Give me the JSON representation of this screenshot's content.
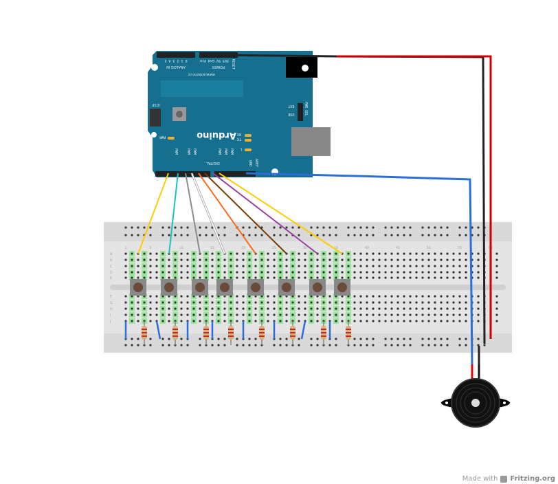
{
  "arduino": {
    "brand": "Arduino",
    "url": "www.arduino.cc",
    "labels": {
      "analog_in": "ANALOG IN",
      "power": "POWER",
      "digital": "DIGITAL",
      "icsp": "ICSP",
      "pwr_sel": "PWR SEL",
      "reset": "RESET",
      "usb": "USB",
      "ext": "EXT",
      "rx": "RX",
      "tx": "TX",
      "l": "L",
      "pwm": "PWM",
      "aref": "AREF",
      "gnd": "GND"
    },
    "power_pins": "3V3 5V Gnd Vin",
    "analog_pins": "0 1 2 3 4 5"
  },
  "breadboard": {
    "row_letters": [
      "A",
      "B",
      "C",
      "D",
      "E",
      "F",
      "G",
      "H",
      "I",
      "J"
    ],
    "column_numbers": [
      "1",
      "5",
      "10",
      "15",
      "20",
      "25",
      "30",
      "35",
      "40",
      "45",
      "50",
      "55",
      "60"
    ]
  },
  "wires": [
    {
      "color": "#ffcc00",
      "pin": "2"
    },
    {
      "color": "#19c2b8",
      "pin": "3"
    },
    {
      "color": "#8a8a8a",
      "pin": "4"
    },
    {
      "color": "#ffffff",
      "pin": "5"
    },
    {
      "color": "#ff6a1a",
      "pin": "6"
    },
    {
      "color": "#7a3a00",
      "pin": "7"
    },
    {
      "color": "#9b3fa0",
      "pin": "8"
    },
    {
      "color": "#ffcc00",
      "pin": "9"
    }
  ],
  "colors": {
    "board": "#176f8f",
    "breadboard": "#d9d9d9",
    "ground_wire": "#2a6fd6",
    "power_wire": "#cc0000",
    "black_wire": "#222222"
  },
  "footer": {
    "made_with": "Made with",
    "brand": "Fritzing.org"
  }
}
